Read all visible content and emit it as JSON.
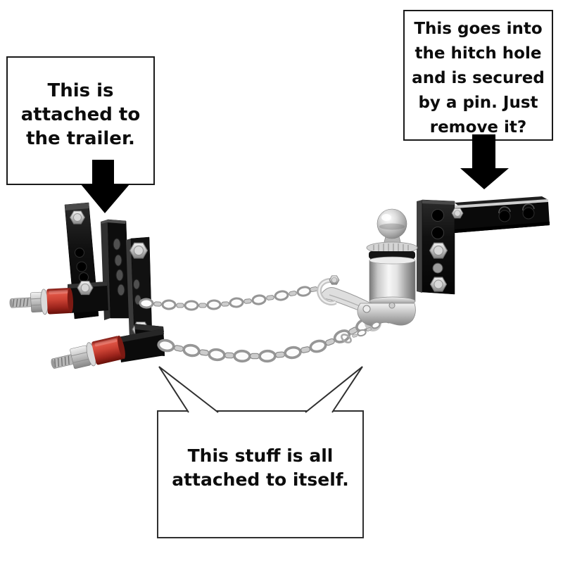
{
  "callouts": {
    "trailer_box": {
      "lines": [
        "This is",
        "attached to",
        "the trailer."
      ]
    },
    "hitch_box": {
      "lines": [
        "This goes into",
        "the hitch hole",
        "and is secured",
        "by a pin. Just",
        "remove it?"
      ]
    },
    "bubble": {
      "lines": [
        "This stuff is all",
        "attached to itself."
      ]
    }
  },
  "colors": {
    "background": "#ffffff",
    "annotation_arrow": "#000000",
    "box_border": "#1a1a1a",
    "bubble_border": "#2f2f2f",
    "metal_black": "#0d0d0d",
    "bushing_red": "#cb4234",
    "chrome_silver": "#d9d9d9",
    "chain_gray": "#969696"
  }
}
